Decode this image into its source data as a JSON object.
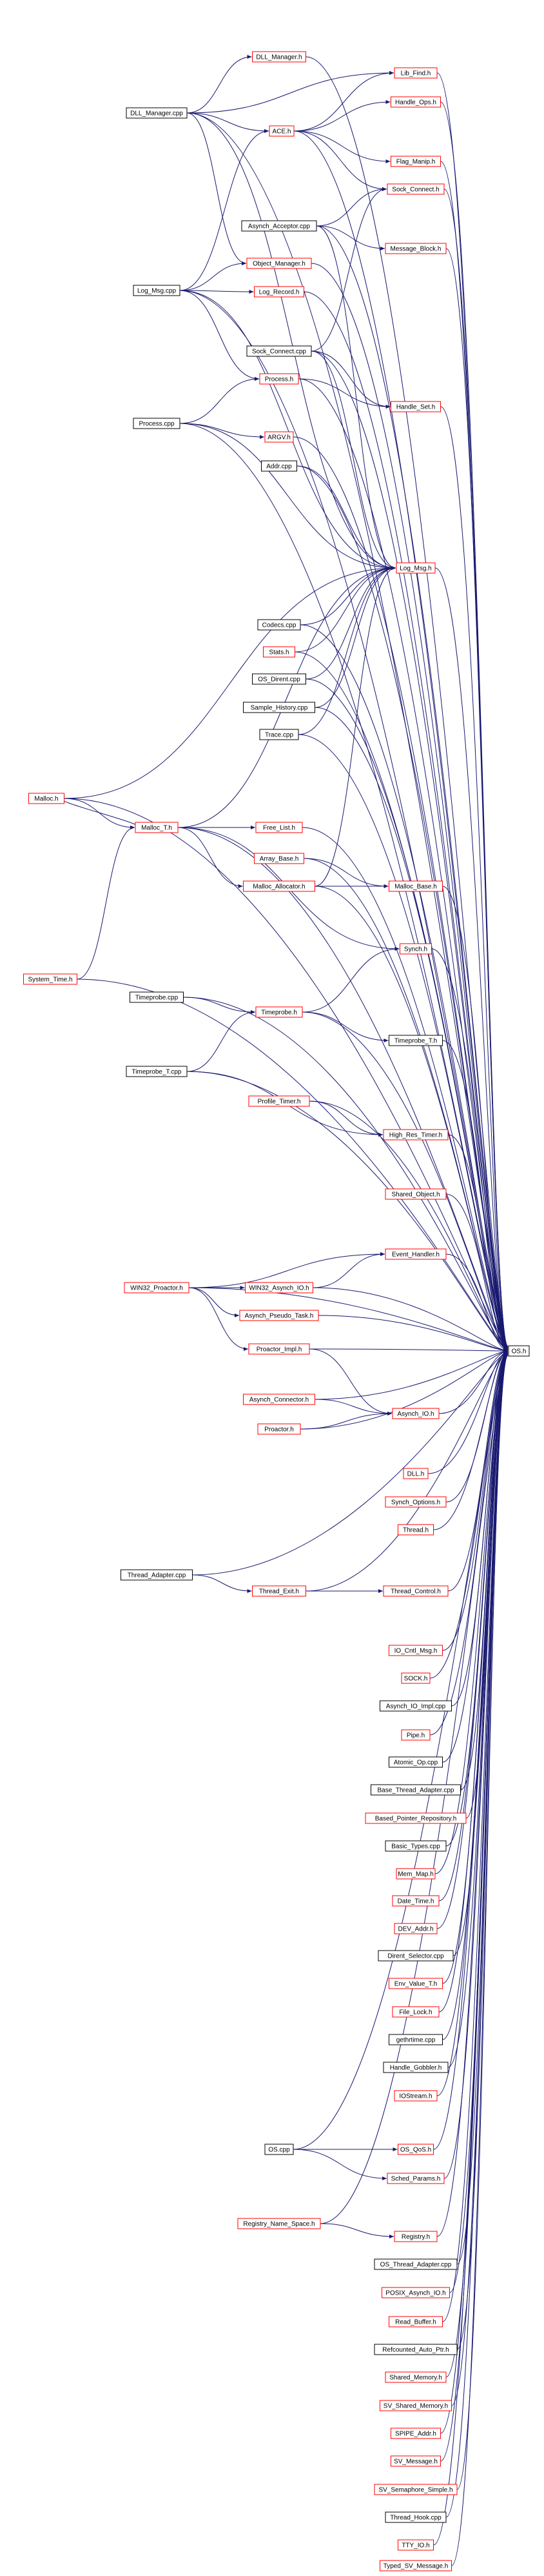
{
  "colors": {
    "edge": "#191970",
    "border_black": "#000000",
    "border_red": "#ff0000",
    "root_fill": "#000000",
    "root_text": "#ffffff"
  },
  "root": {
    "label": "OS.h"
  },
  "nodes": [
    {
      "label": "DLL_Manager.h",
      "border": "red"
    },
    {
      "label": "DLL_Manager.cpp",
      "border": "black"
    },
    {
      "label": "Lib_Find.h",
      "border": "red"
    },
    {
      "label": "ACE.h",
      "border": "red"
    },
    {
      "label": "Handle_Ops.h",
      "border": "red"
    },
    {
      "label": "Flag_Manip.h",
      "border": "red"
    },
    {
      "label": "Sock_Connect.h",
      "border": "red"
    },
    {
      "label": "Asynch_Acceptor.cpp",
      "border": "black"
    },
    {
      "label": "Message_Block.h",
      "border": "red"
    },
    {
      "label": "Object_Manager.h",
      "border": "red"
    },
    {
      "label": "Log_Msg.cpp",
      "border": "black"
    },
    {
      "label": "Log_Record.h",
      "border": "red"
    },
    {
      "label": "Sock_Connect.cpp",
      "border": "black"
    },
    {
      "label": "Process.h",
      "border": "red"
    },
    {
      "label": "Handle_Set.h",
      "border": "red"
    },
    {
      "label": "Process.cpp",
      "border": "black"
    },
    {
      "label": "ARGV.h",
      "border": "red"
    },
    {
      "label": "Addr.cpp",
      "border": "black"
    },
    {
      "label": "Log_Msg.h",
      "border": "red"
    },
    {
      "label": "Codecs.cpp",
      "border": "black"
    },
    {
      "label": "Stats.h",
      "border": "red"
    },
    {
      "label": "OS_Dirent.cpp",
      "border": "black"
    },
    {
      "label": "Sample_History.cpp",
      "border": "black"
    },
    {
      "label": "Trace.cpp",
      "border": "black"
    },
    {
      "label": "Malloc.h",
      "border": "red"
    },
    {
      "label": "Malloc_T.h",
      "border": "red"
    },
    {
      "label": "Free_List.h",
      "border": "red"
    },
    {
      "label": "Array_Base.h",
      "border": "red"
    },
    {
      "label": "Malloc_Allocator.h",
      "border": "red"
    },
    {
      "label": "Malloc_Base.h",
      "border": "red"
    },
    {
      "label": "Synch.h",
      "border": "red"
    },
    {
      "label": "System_Time.h",
      "border": "red"
    },
    {
      "label": "Timeprobe.cpp",
      "border": "black"
    },
    {
      "label": "Timeprobe.h",
      "border": "red"
    },
    {
      "label": "Timeprobe_T.h",
      "border": "black"
    },
    {
      "label": "Timeprobe_T.cpp",
      "border": "black"
    },
    {
      "label": "Profile_Timer.h",
      "border": "red"
    },
    {
      "label": "High_Res_Timer.h",
      "border": "red"
    },
    {
      "label": "Shared_Object.h",
      "border": "red"
    },
    {
      "label": "Event_Handler.h",
      "border": "red"
    },
    {
      "label": "WIN32_Proactor.h",
      "border": "red"
    },
    {
      "label": "WIN32_Asynch_IO.h",
      "border": "red"
    },
    {
      "label": "Asynch_Pseudo_Task.h",
      "border": "red"
    },
    {
      "label": "Proactor_Impl.h",
      "border": "red"
    },
    {
      "label": "Asynch_Connector.h",
      "border": "red"
    },
    {
      "label": "Asynch_IO.h",
      "border": "red"
    },
    {
      "label": "Proactor.h",
      "border": "red"
    },
    {
      "label": "DLL.h",
      "border": "red"
    },
    {
      "label": "Synch_Options.h",
      "border": "red"
    },
    {
      "label": "Thread.h",
      "border": "red"
    },
    {
      "label": "Thread_Adapter.cpp",
      "border": "black"
    },
    {
      "label": "Thread_Exit.h",
      "border": "red"
    },
    {
      "label": "Thread_Control.h",
      "border": "red"
    },
    {
      "label": "IO_Cntl_Msg.h",
      "border": "red"
    },
    {
      "label": "SOCK.h",
      "border": "red"
    },
    {
      "label": "Asynch_IO_Impl.cpp",
      "border": "black"
    },
    {
      "label": "Pipe.h",
      "border": "red"
    },
    {
      "label": "Atomic_Op.cpp",
      "border": "black"
    },
    {
      "label": "Base_Thread_Adapter.cpp",
      "border": "black"
    },
    {
      "label": "Based_Pointer_Repository.h",
      "border": "red"
    },
    {
      "label": "Basic_Types.cpp",
      "border": "black"
    },
    {
      "label": "Mem_Map.h",
      "border": "red"
    },
    {
      "label": "Date_Time.h",
      "border": "red"
    },
    {
      "label": "DEV_Addr.h",
      "border": "red"
    },
    {
      "label": "Dirent_Selector.cpp",
      "border": "black"
    },
    {
      "label": "Env_Value_T.h",
      "border": "red"
    },
    {
      "label": "File_Lock.h",
      "border": "red"
    },
    {
      "label": "gethrtime.cpp",
      "border": "black"
    },
    {
      "label": "Handle_Gobbler.h",
      "border": "black"
    },
    {
      "label": "IOStream.h",
      "border": "red"
    },
    {
      "label": "OS.cpp",
      "border": "black"
    },
    {
      "label": "OS_QoS.h",
      "border": "red"
    },
    {
      "label": "Sched_Params.h",
      "border": "red"
    },
    {
      "label": "Registry_Name_Space.h",
      "border": "red"
    },
    {
      "label": "Registry.h",
      "border": "red"
    },
    {
      "label": "OS_Thread_Adapter.cpp",
      "border": "black"
    },
    {
      "label": "POSIX_Asynch_IO.h",
      "border": "red"
    },
    {
      "label": "Read_Buffer.h",
      "border": "red"
    },
    {
      "label": "Refcounted_Auto_Ptr.h",
      "border": "black"
    },
    {
      "label": "Shared_Memory.h",
      "border": "red"
    },
    {
      "label": "SV_Shared_Memory.h",
      "border": "red"
    },
    {
      "label": "SPIPE_Addr.h",
      "border": "red"
    },
    {
      "label": "SV_Message.h",
      "border": "red"
    },
    {
      "label": "SV_Semaphore_Simple.h",
      "border": "red"
    },
    {
      "label": "Thread_Hook.cpp",
      "border": "black"
    },
    {
      "label": "TTY_IO.h",
      "border": "red"
    },
    {
      "label": "Typed_SV_Message.h",
      "border": "red"
    }
  ],
  "edges": [
    [
      "DLL_Manager.cpp",
      "DLL_Manager.h"
    ],
    [
      "DLL_Manager.cpp",
      "Lib_Find.h"
    ],
    [
      "DLL_Manager.cpp",
      "ACE.h"
    ],
    [
      "DLL_Manager.cpp",
      "Object_Manager.h"
    ],
    [
      "DLL_Manager.cpp",
      "Log_Msg.h"
    ],
    [
      "ACE.h",
      "Lib_Find.h"
    ],
    [
      "ACE.h",
      "Handle_Ops.h"
    ],
    [
      "ACE.h",
      "Flag_Manip.h"
    ],
    [
      "ACE.h",
      "Sock_Connect.h"
    ],
    [
      "Asynch_Acceptor.cpp",
      "Sock_Connect.h"
    ],
    [
      "Asynch_Acceptor.cpp",
      "Message_Block.h"
    ],
    [
      "Asynch_Acceptor.cpp",
      "Log_Msg.h"
    ],
    [
      "Log_Msg.cpp",
      "ACE.h"
    ],
    [
      "Log_Msg.cpp",
      "Object_Manager.h"
    ],
    [
      "Log_Msg.cpp",
      "Log_Record.h"
    ],
    [
      "Log_Msg.cpp",
      "Log_Msg.h"
    ],
    [
      "Log_Msg.cpp",
      "Process.h"
    ],
    [
      "Sock_Connect.cpp",
      "Sock_Connect.h"
    ],
    [
      "Sock_Connect.cpp",
      "Handle_Set.h"
    ],
    [
      "Sock_Connect.cpp",
      "Log_Msg.h"
    ],
    [
      "Process.cpp",
      "Process.h"
    ],
    [
      "Process.cpp",
      "ARGV.h"
    ],
    [
      "Process.cpp",
      "Log_Msg.h"
    ],
    [
      "Process.h",
      "Handle_Set.h"
    ],
    [
      "Addr.cpp",
      "Log_Msg.h"
    ],
    [
      "Codecs.cpp",
      "Log_Msg.h"
    ],
    [
      "Stats.h",
      "Log_Msg.h"
    ],
    [
      "OS_Dirent.cpp",
      "Log_Msg.h"
    ],
    [
      "Sample_History.cpp",
      "Log_Msg.h"
    ],
    [
      "Trace.cpp",
      "Log_Msg.h"
    ],
    [
      "Malloc.h",
      "Log_Msg.h"
    ],
    [
      "Malloc.h",
      "Malloc_T.h"
    ],
    [
      "Malloc_T.h",
      "Malloc.h"
    ],
    [
      "Malloc_T.h",
      "Free_List.h"
    ],
    [
      "Malloc_T.h",
      "Malloc_Allocator.h"
    ],
    [
      "Malloc_T.h",
      "Synch.h"
    ],
    [
      "Malloc_T.h",
      "Log_Msg.h"
    ],
    [
      "Array_Base.h",
      "Malloc_Base.h"
    ],
    [
      "Malloc_Allocator.h",
      "Malloc_Base.h"
    ],
    [
      "Malloc_Allocator.h",
      "Log_Msg.h"
    ],
    [
      "System_Time.h",
      "Malloc_T.h"
    ],
    [
      "Timeprobe.cpp",
      "Timeprobe.h"
    ],
    [
      "Timeprobe.h",
      "Synch.h"
    ],
    [
      "Timeprobe.h",
      "Timeprobe_T.h"
    ],
    [
      "Timeprobe_T.cpp",
      "Timeprobe.h"
    ],
    [
      "Timeprobe_T.cpp",
      "High_Res_Timer.h"
    ],
    [
      "Profile_Timer.h",
      "High_Res_Timer.h"
    ],
    [
      "WIN32_Proactor.h",
      "WIN32_Asynch_IO.h"
    ],
    [
      "WIN32_Proactor.h",
      "Asynch_Pseudo_Task.h"
    ],
    [
      "WIN32_Proactor.h",
      "Proactor_Impl.h"
    ],
    [
      "WIN32_Proactor.h",
      "Event_Handler.h"
    ],
    [
      "WIN32_Asynch_IO.h",
      "Event_Handler.h"
    ],
    [
      "Asynch_Connector.h",
      "Asynch_IO.h"
    ],
    [
      "Proactor.h",
      "Asynch_IO.h"
    ],
    [
      "Proactor_Impl.h",
      "Asynch_IO.h"
    ],
    [
      "Thread_Adapter.cpp",
      "Thread_Exit.h"
    ],
    [
      "Thread_Exit.h",
      "Thread_Control.h"
    ],
    [
      "OS.cpp",
      "OS_QoS.h"
    ],
    [
      "OS.cpp",
      "Sched_Params.h"
    ],
    [
      "Registry_Name_Space.h",
      "Registry.h"
    ]
  ]
}
